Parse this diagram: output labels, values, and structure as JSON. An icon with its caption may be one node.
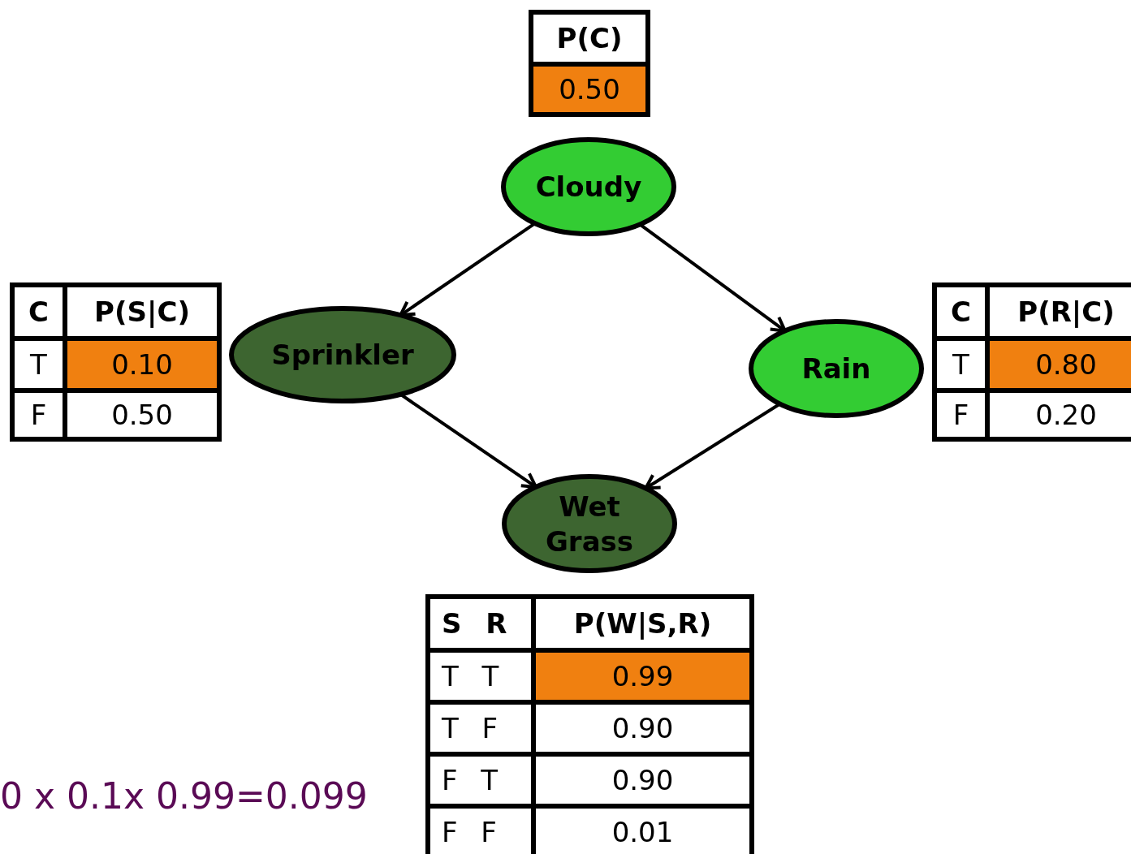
{
  "diagram": {
    "nodes": [
      {
        "text": [
          "Cloudy"
        ]
      },
      {
        "text": [
          "Sprinkler"
        ]
      },
      {
        "text": [
          "Rain"
        ]
      },
      {
        "text": [
          "Wet Grass"
        ]
      }
    ],
    "edges": [
      {
        "from": 0,
        "to": 1,
        "arrow": "to"
      },
      {
        "from": 0,
        "to": 2,
        "arrow": "to"
      },
      {
        "from": 1,
        "to": 3,
        "arrow": "to"
      },
      {
        "from": 2,
        "to": 3,
        "arrow": "to"
      }
    ],
    "labels": [
      "P(C)",
      "0.50",
      "C",
      "P(S|C)",
      "T",
      "0.10",
      "F",
      "0.50",
      "C",
      "P(R|C)",
      "T",
      "0.80",
      "F",
      "0.20",
      "S R",
      "P(W|S,R)",
      "T T",
      "0.99",
      "T F",
      "0.90",
      "F T",
      "0.90",
      "F F",
      "0.01",
      "0 x 0.1x 0.99=0.099"
    ]
  }
}
